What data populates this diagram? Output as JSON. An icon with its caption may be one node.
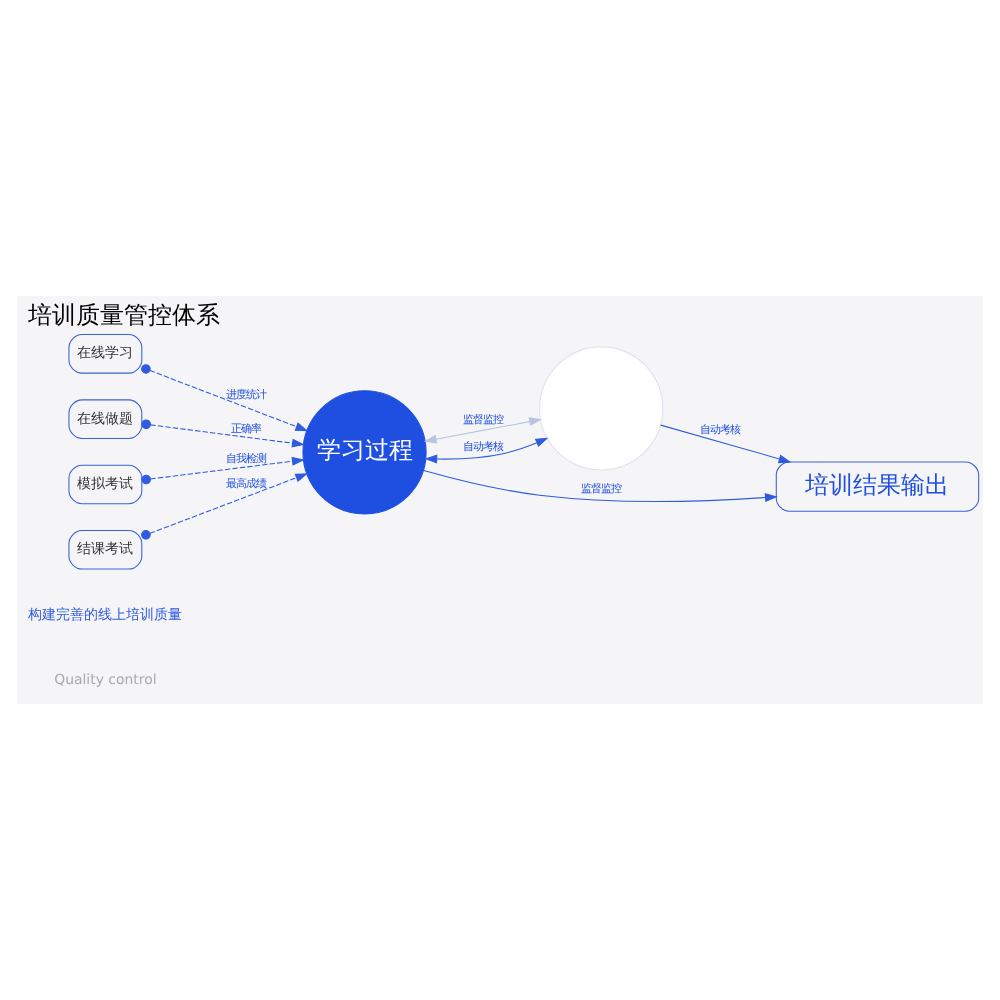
{
  "diagram": {
    "title": "培训质量管控体系",
    "nodes": [
      {
        "text": [
          "在线学习"
        ]
      },
      {
        "text": [
          "在线做题"
        ]
      },
      {
        "text": [
          "模拟考试"
        ]
      },
      {
        "text": [
          "结课考试"
        ]
      },
      {
        "text": [
          "学习过程"
        ]
      },
      {
        "text": [],
        "shape": "circle"
      },
      {
        "text": [
          "培训结果输出"
        ]
      }
    ],
    "edges": [
      {
        "from": 0,
        "to": 4,
        "arrow": "to",
        "label": "进度统计",
        "style": "dashed"
      },
      {
        "from": 1,
        "to": 4,
        "arrow": "to",
        "label": "正确率",
        "style": "dashed"
      },
      {
        "from": 2,
        "to": 4,
        "arrow": "to",
        "label": "自我检测",
        "style": "dashed"
      },
      {
        "from": 3,
        "to": 4,
        "arrow": "to",
        "label": "最高成绩",
        "style": "dashed"
      },
      {
        "from": 4,
        "to": 5,
        "arrow": "both",
        "label": "监督监控",
        "color": "#b8c4e0"
      },
      {
        "from": 4,
        "to": 5,
        "arrow": "both",
        "label": "自动考核"
      },
      {
        "from": 4,
        "to": 6,
        "arrow": "to",
        "label": "监督监控"
      },
      {
        "from": 5,
        "to": 6,
        "arrow": "to",
        "label": "自动考核"
      }
    ],
    "labels": [
      "Quality control",
      "构建完善的线上培训质量"
    ]
  }
}
